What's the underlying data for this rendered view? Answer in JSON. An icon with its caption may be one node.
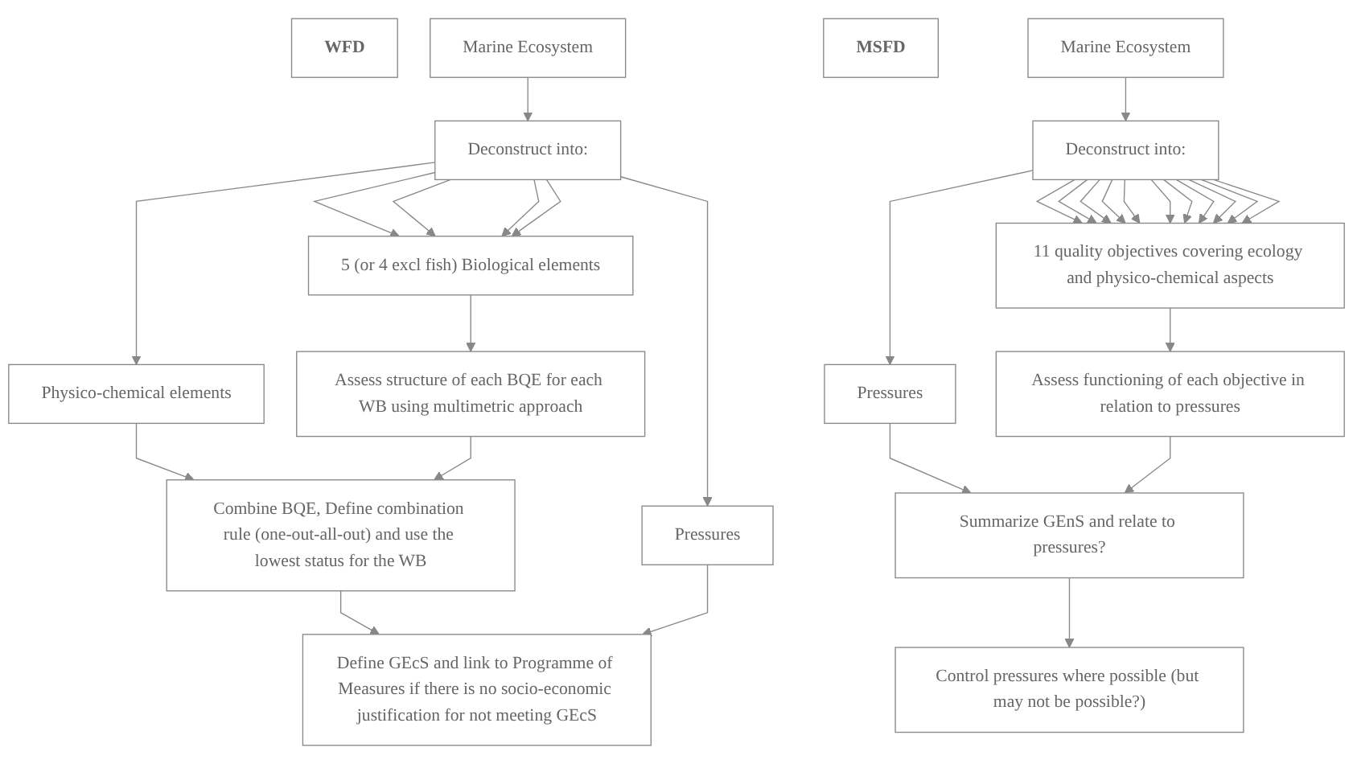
{
  "diagram": {
    "nodes": [
      {
        "text": [
          "WFD"
        ]
      },
      {
        "text": [
          "Marine Ecosystem"
        ]
      },
      {
        "text": [
          "Deconstruct into:"
        ]
      },
      {
        "text": [
          "Physico-chemical elements"
        ]
      },
      {
        "text": [
          "5 (or 4 excl fish) Biological elements"
        ]
      },
      {
        "text": [
          "Pressures"
        ]
      },
      {
        "text": [
          "Assess structure of each BQE for each WB using multimetric approach"
        ]
      },
      {
        "text": [
          "Combine BQE, Define combination rule (one-out-all-out) and use the lowest status for the WB"
        ]
      },
      {
        "text": [
          "Define GEcS and link to Programme of Measures if there is no socio-economic justification for not meeting GEcS"
        ]
      },
      {
        "text": [
          "MSFD"
        ]
      },
      {
        "text": [
          "Marine Ecosystem"
        ]
      },
      {
        "text": [
          "Deconstruct into:"
        ]
      },
      {
        "text": [
          "Pressures"
        ]
      },
      {
        "text": [
          "11 quality objectives covering ecology and physico-chemical aspects"
        ]
      },
      {
        "text": [
          "Assess functioning of each objective in relation to pressures"
        ]
      },
      {
        "text": [
          "Summarize GEnS and relate to pressures?"
        ]
      },
      {
        "text": [
          "Control pressures where possible (but may not be possible?)"
        ]
      }
    ],
    "edges": [
      {
        "from": 1,
        "to": 2,
        "arrow": "to"
      },
      {
        "from": 2,
        "to": 3,
        "arrow": "to"
      },
      {
        "from": 2,
        "to": 4,
        "arrow": "to"
      },
      {
        "from": 2,
        "to": 4,
        "arrow": "to"
      },
      {
        "from": 2,
        "to": 4,
        "arrow": "to"
      },
      {
        "from": 2,
        "to": 4,
        "arrow": "to"
      },
      {
        "from": 2,
        "to": 5,
        "arrow": "to"
      },
      {
        "from": 4,
        "to": 6,
        "arrow": "to"
      },
      {
        "from": 3,
        "to": 7,
        "arrow": "to"
      },
      {
        "from": 6,
        "to": 7,
        "arrow": "to"
      },
      {
        "from": 7,
        "to": 8,
        "arrow": "to"
      },
      {
        "from": 5,
        "to": 8,
        "arrow": "to"
      },
      {
        "from": 10,
        "to": 11,
        "arrow": "to"
      },
      {
        "from": 11,
        "to": 12,
        "arrow": "to"
      },
      {
        "from": 11,
        "to": 13,
        "arrow": "to"
      },
      {
        "from": 11,
        "to": 13,
        "arrow": "to"
      },
      {
        "from": 11,
        "to": 13,
        "arrow": "to"
      },
      {
        "from": 11,
        "to": 13,
        "arrow": "to"
      },
      {
        "from": 11,
        "to": 13,
        "arrow": "to"
      },
      {
        "from": 11,
        "to": 13,
        "arrow": "to"
      },
      {
        "from": 11,
        "to": 13,
        "arrow": "to"
      },
      {
        "from": 11,
        "to": 13,
        "arrow": "to"
      },
      {
        "from": 11,
        "to": 13,
        "arrow": "to"
      },
      {
        "from": 11,
        "to": 13,
        "arrow": "to"
      },
      {
        "from": 11,
        "to": 13,
        "arrow": "to"
      },
      {
        "from": 13,
        "to": 14,
        "arrow": "to"
      },
      {
        "from": 12,
        "to": 15,
        "arrow": "to"
      },
      {
        "from": 14,
        "to": 15,
        "arrow": "to"
      },
      {
        "from": 15,
        "to": 16,
        "arrow": "to"
      }
    ]
  }
}
